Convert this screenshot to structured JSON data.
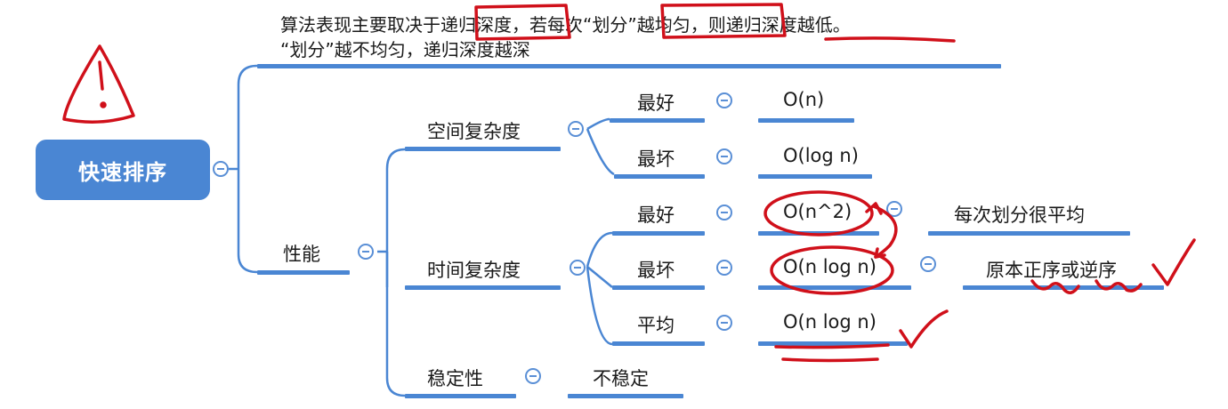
{
  "header": {
    "line1": "算法表现主要取决于递归深度，若每次“划分”越均匀，则递归深度越低。",
    "line2": "“划分”越不均匀，递归深度越深"
  },
  "root": {
    "label": "快速排序"
  },
  "performance": {
    "label": "性能"
  },
  "space": {
    "label": "空间复杂度",
    "best_label": "最好",
    "best_value": "O(n)",
    "worst_label": "最坏",
    "worst_value": "O(log n)"
  },
  "time": {
    "label": "时间复杂度",
    "best_label": "最好",
    "best_value": "O(n^2)",
    "best_note": "每次划分很平均",
    "worst_label": "最坏",
    "worst_value": "O(n log n)",
    "worst_note": "原本正序或逆序",
    "avg_label": "平均",
    "avg_value": "O(n log n)"
  },
  "stability": {
    "label": "稳定性",
    "value": "不稳定"
  },
  "colors": {
    "accent": "#4a86d3",
    "annotation": "#d0101a",
    "text": "#1a1a1a"
  }
}
